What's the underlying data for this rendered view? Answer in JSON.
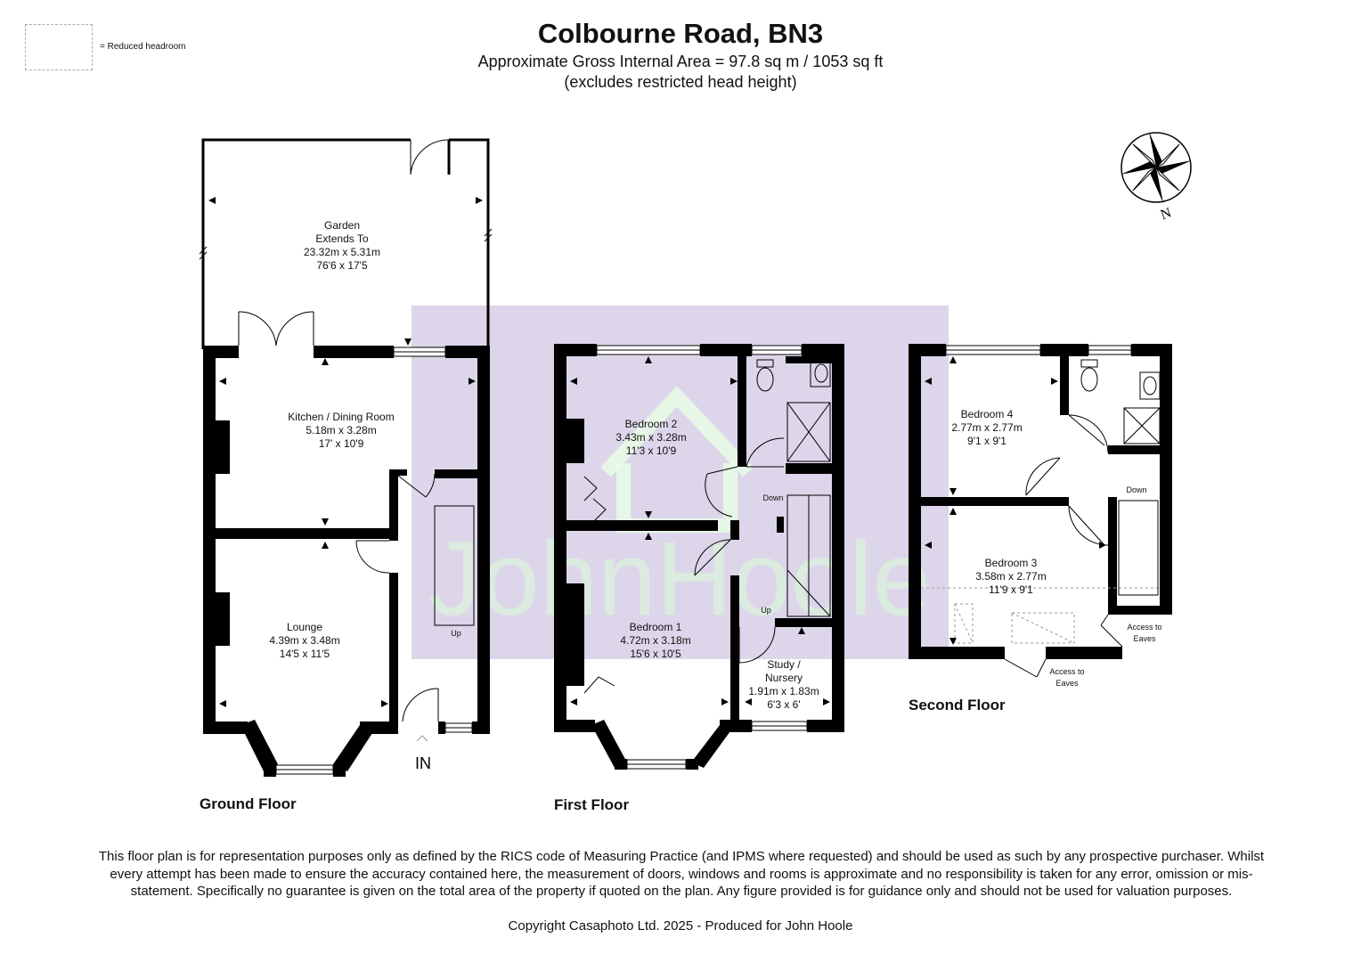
{
  "header": {
    "title": "Colbourne Road, BN3",
    "area_line": "Approximate Gross Internal Area = 97.8 sq m / 1053 sq ft",
    "note_line": "(excludes restricted head height)"
  },
  "legend": {
    "text": "= Reduced headroom"
  },
  "floors": {
    "ground": "Ground Floor",
    "first": "First Floor",
    "second": "Second Floor"
  },
  "rooms": {
    "garden": {
      "l1": "Garden",
      "l2": "Extends To",
      "l3": "23.32m x 5.31m",
      "l4": "76'6 x 17'5"
    },
    "kitchen": {
      "l1": "Kitchen / Dining Room",
      "l2": "5.18m x 3.28m",
      "l3": "17' x 10'9"
    },
    "lounge": {
      "l1": "Lounge",
      "l2": "4.39m x 3.48m",
      "l3": "14'5 x 11'5"
    },
    "bedroom2": {
      "l1": "Bedroom 2",
      "l2": "3.43m x 3.28m",
      "l3": "11'3 x 10'9"
    },
    "bedroom1": {
      "l1": "Bedroom 1",
      "l2": "4.72m x 3.18m",
      "l3": "15'6 x 10'5"
    },
    "study": {
      "l1": "Study /",
      "l2": "Nursery",
      "l3": "1.91m x 1.83m",
      "l4": "6'3 x 6'"
    },
    "bedroom4": {
      "l1": "Bedroom 4",
      "l2": "2.77m x 2.77m",
      "l3": "9'1 x 9'1"
    },
    "bedroom3": {
      "l1": "Bedroom 3",
      "l2": "3.58m x 2.77m",
      "l3": "11'9 x 9'1"
    }
  },
  "labels": {
    "up_ground": "Up",
    "in": "IN",
    "down_first": "Down",
    "up_first": "Up",
    "down_second": "Down",
    "eaves_a1": "Access to",
    "eaves_a2": "Eaves",
    "eaves_b1": "Access to",
    "eaves_b2": "Eaves",
    "north": "N"
  },
  "watermark": "JohnHoole",
  "footer": {
    "disclaimer": "This floor plan is for representation purposes only as defined by the RICS code of Measuring Practice (and IPMS where requested) and should be used as such by any prospective purchaser. Whilst every attempt has been made to ensure the accuracy contained here, the measurement of doors, windows and rooms is approximate and no responsibility is taken for any error, omission or mis-statement. Specifically no guarantee is given on the total area of the property if quoted on the plan. Any figure provided is for guidance only and should not be used for valuation purposes.",
    "copyright": "Copyright Casaphoto Ltd. 2025 - Produced for John Hoole"
  },
  "colors": {
    "wall": "#000000",
    "watermark_bg": "#ddd6ea",
    "watermark_text": "#d9ffd4"
  },
  "icons": [
    "compass-icon",
    "toilet-icon",
    "basin-icon",
    "shower-icon",
    "stairs-icon",
    "door-icon",
    "window-icon"
  ]
}
